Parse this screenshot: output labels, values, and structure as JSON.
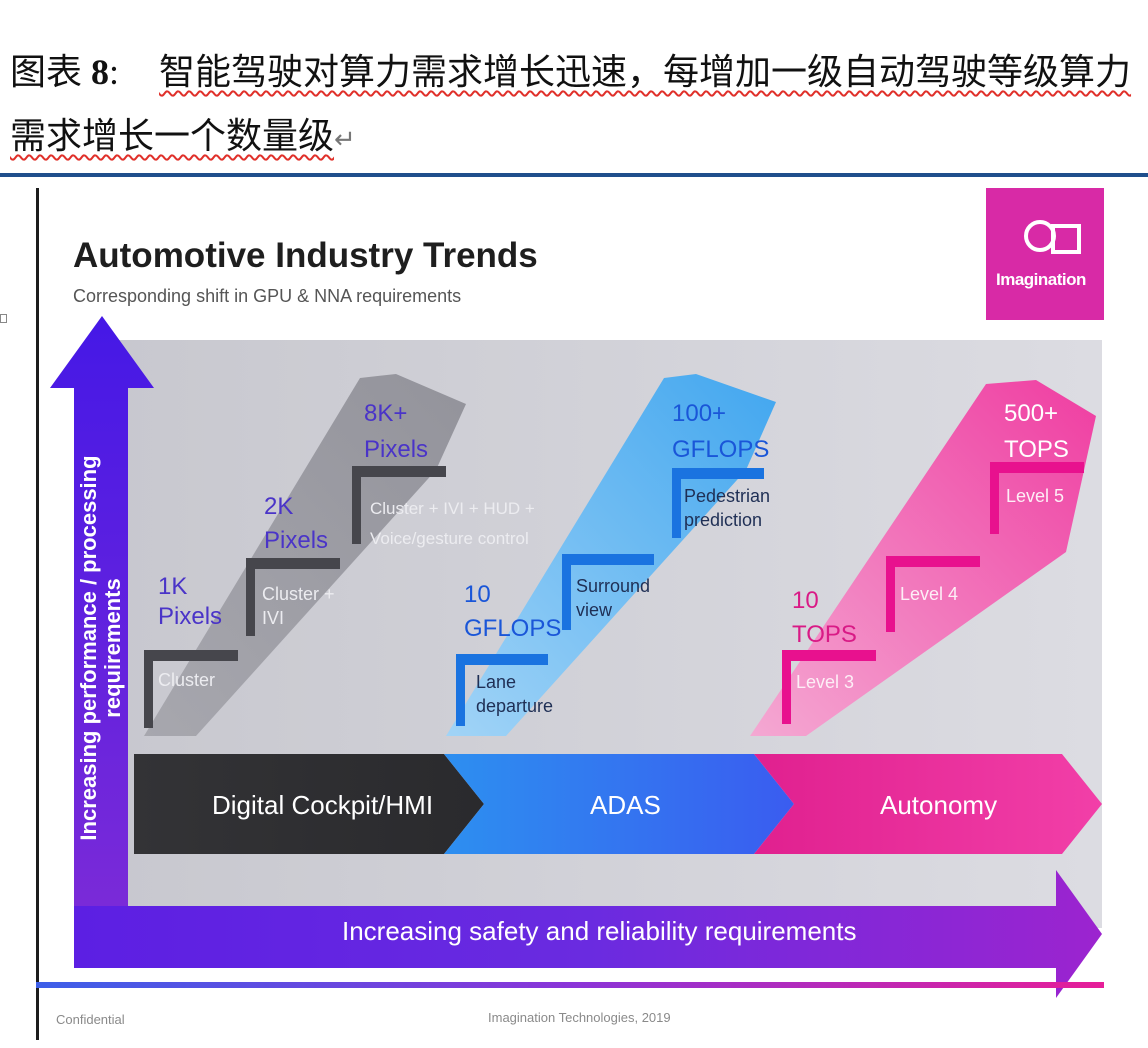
{
  "caption": {
    "prefix": "图表 ",
    "number": "8",
    "sep": ":",
    "text": "智能驾驶对算力需求增长迅速，每增加一级自动驾驶等级算力需求增长一个数量级",
    "return_mark": "↵"
  },
  "slide": {
    "title": "Automotive Industry Trends",
    "subtitle": "Corresponding shift in GPU & NNA requirements",
    "logo_text": "Imagination",
    "y_axis_label": "Increasing performance / processing requirements",
    "x_axis_label": "Increasing safety and reliability requirements",
    "footer_left": "Confidential",
    "footer_center": "Imagination Technologies, 2019",
    "colors": {
      "gray": "#8e8e96",
      "blue": "#3aa4f0",
      "pink": "#f0359e",
      "purple": "#5a1fe0",
      "magenta": "#d91aa8",
      "dark": "#2f2f33"
    }
  },
  "phases": [
    {
      "label": "Digital Cockpit/HMI"
    },
    {
      "label": "ADAS"
    },
    {
      "label": "Autonomy"
    }
  ],
  "steps": {
    "cockpit": [
      {
        "metric_line1": "1K",
        "metric_line2": "Pixels",
        "desc": "Cluster"
      },
      {
        "metric_line1": "2K",
        "metric_line2": "Pixels",
        "desc_line1": "Cluster +",
        "desc_line2": "IVI"
      },
      {
        "metric_line1": "8K+",
        "metric_line2": "Pixels",
        "desc_line1": "Cluster + IVI + HUD +",
        "desc_line2": "Voice/gesture control"
      }
    ],
    "adas": [
      {
        "metric_line1": "10",
        "metric_line2": "GFLOPS",
        "desc_line1": "Lane",
        "desc_line2": "departure"
      },
      {
        "desc_line1": "Surround",
        "desc_line2": "view"
      },
      {
        "metric_line1": "100+",
        "metric_line2": "GFLOPS",
        "desc_line1": "Pedestrian",
        "desc_line2": "prediction"
      }
    ],
    "autonomy": [
      {
        "metric_line1": "10",
        "metric_line2": "TOPS",
        "desc": "Level 3"
      },
      {
        "desc": "Level 4"
      },
      {
        "metric_line1": "500+",
        "metric_line2": "TOPS",
        "desc": "Level 5"
      }
    ]
  }
}
